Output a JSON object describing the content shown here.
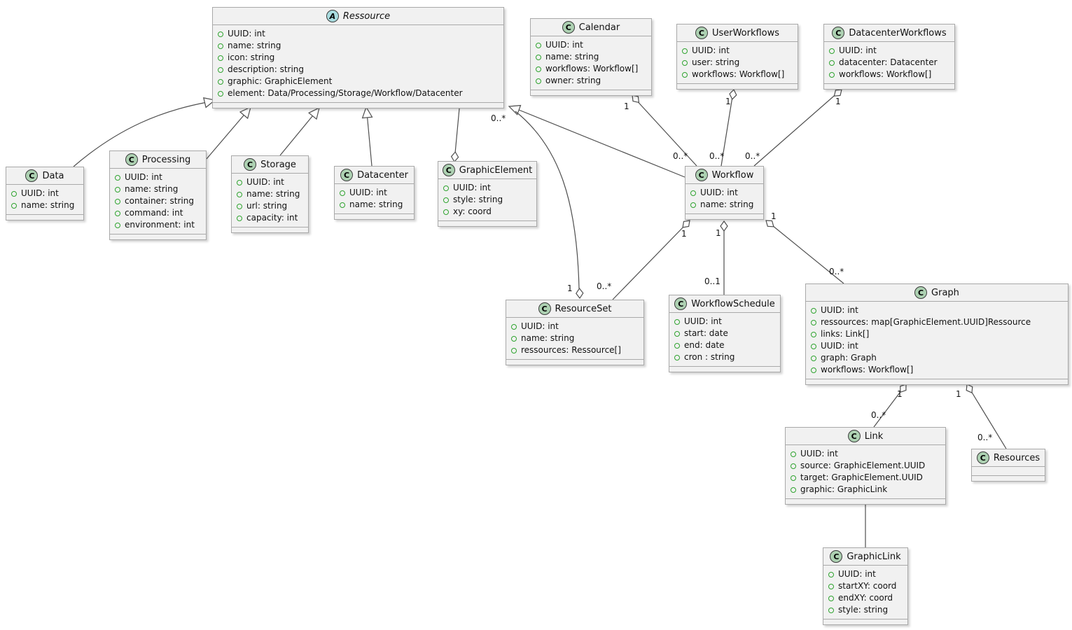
{
  "diagram": {
    "title": "UML class diagram",
    "colors": {
      "box_bg": "#f1f1f1",
      "box_border": "#a9a9a9",
      "line": "#4e4e4e",
      "class_icon_bg": "#add1b2",
      "abstract_icon_bg": "#a9dcdf",
      "icon_border": "#3b3b3b",
      "attr_bullet": "#2fa42f",
      "label_text": "#141414",
      "marker_fill": "#ffffff"
    },
    "classes": [
      {
        "id": "ressource",
        "name": "Ressource",
        "kind": "abstract",
        "icon_letter": "A",
        "attributes": [
          "UUID: int",
          "name: string",
          "icon: string",
          "description: string",
          "graphic: GraphicElement",
          "element: Data/Processing/Storage/Workflow/Datacenter"
        ]
      },
      {
        "id": "calendar",
        "name": "Calendar",
        "kind": "class",
        "icon_letter": "C",
        "attributes": [
          "UUID: int",
          "name: string",
          "workflows: Workflow[]",
          "owner: string"
        ]
      },
      {
        "id": "userworkflows",
        "name": "UserWorkflows",
        "kind": "class",
        "icon_letter": "C",
        "attributes": [
          "UUID: int",
          "user: string",
          "workflows: Workflow[]"
        ]
      },
      {
        "id": "datacenterworkflows",
        "name": "DatacenterWorkflows",
        "kind": "class",
        "icon_letter": "C",
        "attributes": [
          "UUID: int",
          "datacenter: Datacenter",
          "workflows: Workflow[]"
        ]
      },
      {
        "id": "data",
        "name": "Data",
        "kind": "class",
        "icon_letter": "C",
        "attributes": [
          "UUID: int",
          "name: string"
        ]
      },
      {
        "id": "processing",
        "name": "Processing",
        "kind": "class",
        "icon_letter": "C",
        "attributes": [
          "UUID: int",
          "name: string",
          "container: string",
          "command: int",
          "environment: int"
        ]
      },
      {
        "id": "storage",
        "name": "Storage",
        "kind": "class",
        "icon_letter": "C",
        "attributes": [
          "UUID: int",
          "name: string",
          "url: string",
          "capacity: int"
        ]
      },
      {
        "id": "datacenter",
        "name": "Datacenter",
        "kind": "class",
        "icon_letter": "C",
        "attributes": [
          "UUID: int",
          "name: string"
        ]
      },
      {
        "id": "graphicelement",
        "name": "GraphicElement",
        "kind": "class",
        "icon_letter": "C",
        "attributes": [
          "UUID: int",
          "style: string",
          "xy: coord"
        ]
      },
      {
        "id": "workflow",
        "name": "Workflow",
        "kind": "class",
        "icon_letter": "C",
        "attributes": [
          "UUID: int",
          "name: string"
        ]
      },
      {
        "id": "resourceset",
        "name": "ResourceSet",
        "kind": "class",
        "icon_letter": "C",
        "attributes": [
          "UUID: int",
          "name: string",
          "ressources: Ressource[]"
        ]
      },
      {
        "id": "workflowschedule",
        "name": "WorkflowSchedule",
        "kind": "class",
        "icon_letter": "C",
        "attributes": [
          "UUID: int",
          "start: date",
          "end: date",
          "cron : string"
        ]
      },
      {
        "id": "graph",
        "name": "Graph",
        "kind": "class",
        "icon_letter": "C",
        "attributes": [
          "UUID: int",
          "ressources: map[GraphicElement.UUID]Ressource",
          "links: Link[]",
          "UUID: int",
          "graph: Graph",
          "workflows: Workflow[]"
        ]
      },
      {
        "id": "link",
        "name": "Link",
        "kind": "class",
        "icon_letter": "C",
        "attributes": [
          "UUID: int",
          "source: GraphicElement.UUID",
          "target: GraphicElement.UUID",
          "graphic: GraphicLink"
        ]
      },
      {
        "id": "resources",
        "name": "Resources",
        "kind": "class",
        "icon_letter": "C",
        "attributes": []
      },
      {
        "id": "graphiclink",
        "name": "GraphicLink",
        "kind": "class",
        "icon_letter": "C",
        "attributes": [
          "UUID: int",
          "startXY: coord",
          "endXY: coord",
          "style: string"
        ]
      }
    ],
    "edges": [
      {
        "id": "data-ressource",
        "from": "Data",
        "to": "Ressource",
        "type": "generalization",
        "labels": []
      },
      {
        "id": "processing-ressource",
        "from": "Processing",
        "to": "Ressource",
        "type": "generalization",
        "labels": []
      },
      {
        "id": "storage-ressource",
        "from": "Storage",
        "to": "Ressource",
        "type": "generalization",
        "labels": []
      },
      {
        "id": "datacenter-ressource",
        "from": "Datacenter",
        "to": "Ressource",
        "type": "generalization",
        "labels": []
      },
      {
        "id": "workflow-ressource",
        "from": "Workflow",
        "to": "Ressource",
        "type": "generalization",
        "labels": []
      },
      {
        "id": "ressource-graphicelement",
        "from": "Ressource",
        "to": "GraphicElement",
        "type": "aggregation",
        "diamond_at": "GraphicElement",
        "labels": []
      },
      {
        "id": "resourceset-ressource",
        "from": "Ressource",
        "to": "ResourceSet",
        "type": "aggregation",
        "diamond_at": "ResourceSet",
        "labels": [
          {
            "text": "0..*",
            "near": "Ressource"
          },
          {
            "text": "1",
            "near": "ResourceSet"
          }
        ]
      },
      {
        "id": "calendar-workflow",
        "from": "Workflow",
        "to": "Calendar",
        "type": "aggregation",
        "diamond_at": "Calendar",
        "labels": [
          {
            "text": "1",
            "near": "Calendar"
          },
          {
            "text": "0..*",
            "near": "Workflow"
          }
        ]
      },
      {
        "id": "userworkflows-workflow",
        "from": "Workflow",
        "to": "UserWorkflows",
        "type": "aggregation",
        "diamond_at": "UserWorkflows",
        "labels": [
          {
            "text": "1",
            "near": "UserWorkflows"
          },
          {
            "text": "0..*",
            "near": "Workflow"
          }
        ]
      },
      {
        "id": "datacenterworkflows-workflow",
        "from": "Workflow",
        "to": "DatacenterWorkflows",
        "type": "aggregation",
        "diamond_at": "DatacenterWorkflows",
        "labels": [
          {
            "text": "1",
            "near": "DatacenterWorkflows"
          },
          {
            "text": "0..*",
            "near": "Workflow"
          }
        ]
      },
      {
        "id": "workflow-resourceset",
        "from": "ResourceSet",
        "to": "Workflow",
        "type": "aggregation",
        "diamond_at": "Workflow",
        "labels": [
          {
            "text": "1",
            "near": "Workflow"
          },
          {
            "text": "0..*",
            "near": "ResourceSet"
          }
        ]
      },
      {
        "id": "workflow-workflowschedule",
        "from": "WorkflowSchedule",
        "to": "Workflow",
        "type": "aggregation",
        "diamond_at": "Workflow",
        "labels": [
          {
            "text": "1",
            "near": "Workflow"
          },
          {
            "text": "0..1",
            "near": "WorkflowSchedule"
          }
        ]
      },
      {
        "id": "workflow-graph",
        "from": "Graph",
        "to": "Workflow",
        "type": "aggregation",
        "diamond_at": "Workflow",
        "labels": [
          {
            "text": "1",
            "near": "Workflow"
          },
          {
            "text": "0..*",
            "near": "Graph"
          }
        ]
      },
      {
        "id": "graph-link",
        "from": "Link",
        "to": "Graph",
        "type": "aggregation",
        "diamond_at": "Graph",
        "labels": [
          {
            "text": "1",
            "near": "Graph"
          },
          {
            "text": "0..*",
            "near": "Link"
          }
        ]
      },
      {
        "id": "graph-resources",
        "from": "Resources",
        "to": "Graph",
        "type": "aggregation",
        "diamond_at": "Graph",
        "labels": [
          {
            "text": "1",
            "near": "Graph"
          },
          {
            "text": "0..*",
            "near": "Resources"
          }
        ]
      },
      {
        "id": "link-graphiclink",
        "from": "Link",
        "to": "GraphicLink",
        "type": "association",
        "labels": []
      }
    ]
  }
}
